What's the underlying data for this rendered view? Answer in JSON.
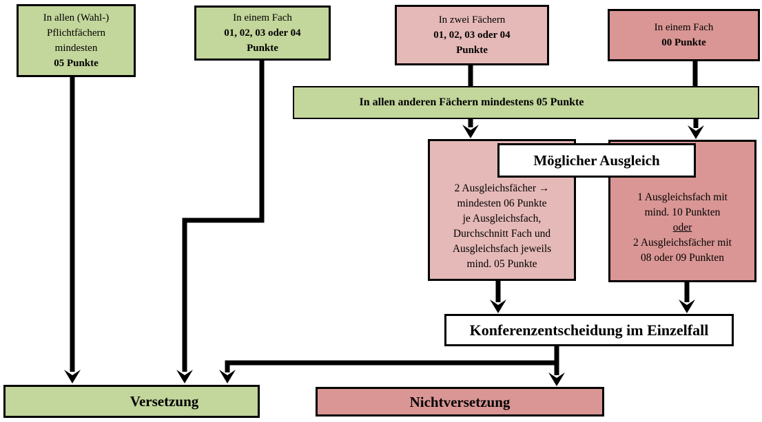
{
  "colors": {
    "green": "#c3d69b",
    "pink_light": "#e5b9b7",
    "pink_dark": "#d99694",
    "arrow": "#000000",
    "box_border": "#000000"
  },
  "boxes": {
    "wahlpflicht": {
      "line1": "In allen (Wahl-)",
      "line2": "Pflichtfächern",
      "line3": "mindesten",
      "line4": "05 Punkte"
    },
    "einfach0104": {
      "line1": "In einem Fach",
      "line2": "01, 02, 03 oder 04",
      "line3": "Punkte"
    },
    "zweifaecher": {
      "line1": "In zwei Fächern",
      "line2": "01, 02, 03 oder 04",
      "line3": "Punkte"
    },
    "einfach00": {
      "line1": "In einem Fach",
      "line2": "00 Punkte"
    },
    "andere_faecher": {
      "text": "In allen anderen Fächern mindestens 05 Punkte"
    },
    "moeglicher_ausgleich": {
      "text": "Möglicher Ausgleich"
    },
    "ausgleich_links": {
      "line1": "2 Ausgleichsfächer →",
      "line2": "mindesten 06 Punkte",
      "line3": "je Ausgleichsfach,",
      "line4": "Durchschnitt Fach und",
      "line5": "Ausgleichsfach jeweils",
      "line6": "mind. 05 Punkte"
    },
    "ausgleich_rechts": {
      "line1": "1 Ausgleichsfach mit",
      "line2": "mind. 10 Punkten",
      "line3": "oder",
      "line4": "2 Ausgleichsfächer mit",
      "line5": "08 oder 09 Punkten"
    },
    "konferenz": {
      "text": "Konferenzentscheidung im Einzelfall"
    },
    "versetzung": {
      "text": "Versetzung"
    },
    "nichtversetzung": {
      "text": "Nichtversetzung"
    }
  }
}
